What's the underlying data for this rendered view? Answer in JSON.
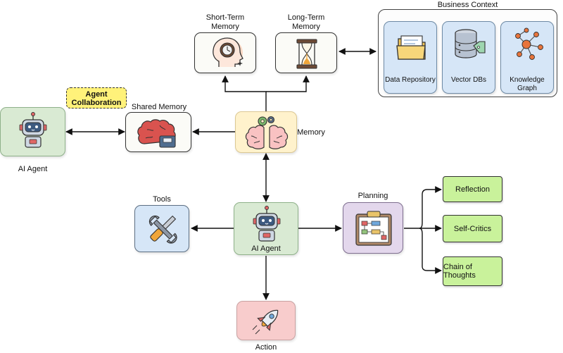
{
  "business_context": {
    "title": "Business Context",
    "items": [
      {
        "label": "Data Repository"
      },
      {
        "label": "Vector DBs"
      },
      {
        "label": "Knowledge",
        "label2": "Graph"
      }
    ]
  },
  "memory": {
    "label": "Memory",
    "short_term": {
      "line1": "Short-Term",
      "line2": "Memory"
    },
    "long_term": {
      "line1": "Long-Term",
      "line2": "Memory"
    }
  },
  "collaboration": {
    "badge_line1": "Agent",
    "badge_line2": "Collaboration",
    "shared_memory": "Shared Memory",
    "peer_agent": "AI Agent"
  },
  "core": {
    "agent": "AI Agent",
    "tools": "Tools",
    "planning": "Planning",
    "action": "Action"
  },
  "planning_items": [
    "Reflection",
    "Self-Critics",
    "Chain of Thoughts"
  ],
  "colors": {
    "agent_green": "#d9ead3",
    "tools_blue": "#d6e6f7",
    "planning_lavender": "#e3d7ec",
    "memory_cream": "#fff2cc",
    "action_pink": "#f8cccc",
    "planning_item_green": "#c9f29b",
    "collab_yellow": "#fff27a"
  }
}
